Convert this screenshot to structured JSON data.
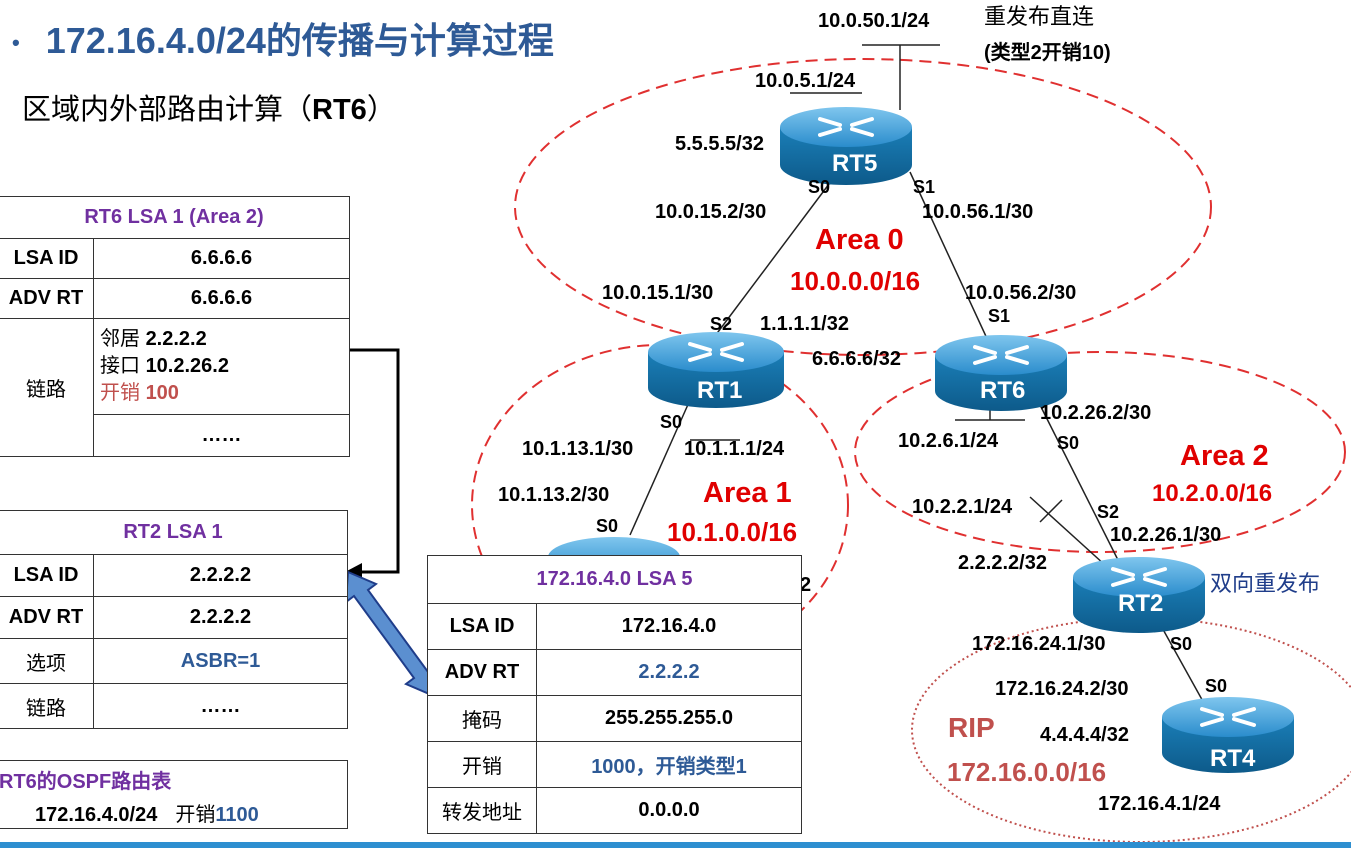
{
  "title": "172.16.4.0/24的传播与计算过程",
  "subtitle_prefix": "区域内外部路由计算（",
  "subtitle_bold": "RT6",
  "subtitle_suffix": "）",
  "rt6_lsa1": {
    "header": "RT6 LSA 1 (Area 2)",
    "rows": [
      {
        "k": "LSA ID",
        "v": "6.6.6.6"
      },
      {
        "k": "ADV RT",
        "v": "6.6.6.6"
      }
    ],
    "links_key": "链路",
    "link_neighbor_label": "邻居",
    "link_neighbor_value": "2.2.2.2",
    "link_iface_label": "接口",
    "link_iface_value": "10.2.26.2",
    "link_cost_label": "开销",
    "link_cost_value": "100",
    "more": "……"
  },
  "rt2_lsa1": {
    "header": "RT2 LSA 1",
    "rows": [
      {
        "k": "LSA ID",
        "v": "2.2.2.2"
      },
      {
        "k": "ADV RT",
        "v": "2.2.2.2"
      },
      {
        "k": "选项",
        "v": "ASBR=1"
      },
      {
        "k": "链路",
        "v": "……"
      }
    ]
  },
  "lsa5": {
    "header": "172.16.4.0  LSA 5",
    "rows": [
      {
        "k": "LSA ID",
        "v": "172.16.4.0"
      },
      {
        "k": "ADV RT",
        "v": "2.2.2.2"
      },
      {
        "k": "掩码",
        "v": "255.255.255.0"
      },
      {
        "k": "开销",
        "v": "1000，开销类型1"
      },
      {
        "k": "转发地址",
        "v": "0.0.0.0"
      }
    ]
  },
  "rt6_route_table": {
    "title": "RT6的OSPF路由表",
    "prefix": "172.16.4.0/24",
    "cost_label": "开销",
    "cost_value": "1100"
  },
  "routers": [
    "RT5",
    "RT1",
    "RT6",
    "RT2",
    "RT4"
  ],
  "areas": {
    "area0": {
      "name": "Area 0",
      "net": "10.0.0.0/16"
    },
    "area1": {
      "name": "Area 1",
      "net": "10.1.0.0/16"
    },
    "area2": {
      "name": "Area 2",
      "net": "10.2.0.0/16"
    },
    "rip": {
      "name": "RIP",
      "net": "172.16.0.0/16"
    }
  },
  "labels": {
    "rt5_top": "10.0.50.1/24",
    "redistribute": "重发布直连",
    "redistribute_type": "(类型2开销10)",
    "rt5_lan": "10.0.5.1/24",
    "rt5_id": "5.5.5.5/32",
    "rt5_s0": "S0",
    "rt5_s1": "S1",
    "l_10_0_15_2": "10.0.15.2/30",
    "l_10_0_56_1": "10.0.56.1/30",
    "l_10_0_15_1": "10.0.15.1/30",
    "l_10_0_56_2": "10.0.56.2/30",
    "rt1_s2": "S2",
    "rt1_id": "1.1.1.1/32",
    "rt6_s1": "S1",
    "rt6_id": "6.6.6.6/32",
    "rt1_s0": "S0",
    "l_10_1_13_1": "10.1.13.1/30",
    "l_10_1_1_1": "10.1.1.1/24",
    "l_10_1_13_2": "10.1.13.2/30",
    "rt3_s0": "S0",
    "hidden_2": "2",
    "l_10_2_26_2": "10.2.26.2/30",
    "l_10_2_6_1": "10.2.6.1/24",
    "rt6_s0": "S0",
    "l_10_2_2_1": "10.2.2.1/24",
    "rt2_s2": "S2",
    "l_10_2_26_1": "10.2.26.1/30",
    "rt2_id": "2.2.2.2/32",
    "bidirectional": "双向重发布",
    "l_172_16_24_1": "172.16.24.1/30",
    "rt2_s0": "S0",
    "l_172_16_24_2": "172.16.24.2/30",
    "rt4_s0": "S0",
    "rt4_id": "4.4.4.4/32",
    "l_172_16_4_1": "172.16.4.1/24"
  },
  "colors": {
    "title_blue": "#2e5a96",
    "purple": "#7030a0",
    "area_red": "#e00000",
    "rip_brown": "#c0504d",
    "router_teal": "#1b7fb8"
  }
}
